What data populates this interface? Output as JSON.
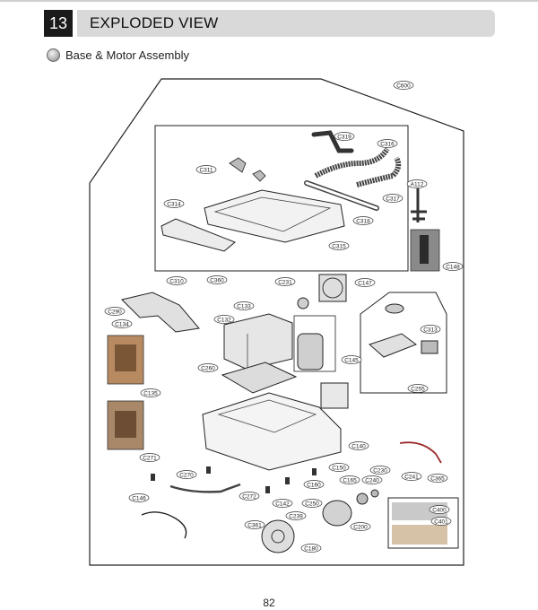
{
  "header": {
    "section_number": "13",
    "section_title": "EXPLODED VIEW"
  },
  "subheading": "Base & Motor Assembly",
  "page_number": "82",
  "part_labels": [
    "C600",
    "C319",
    "C316",
    "C311",
    "A112",
    "C317",
    "C314",
    "C318",
    "C315",
    "C148",
    "C310",
    "C360",
    "C231",
    "C147",
    "C290",
    "C133",
    "C132",
    "C134",
    "C313",
    "C145",
    "C260",
    "C255",
    "C135",
    "C140",
    "C271",
    "C150",
    "C230",
    "C241",
    "C365",
    "C270",
    "C165",
    "C240",
    "C146",
    "C272",
    "C142",
    "C160",
    "C250",
    "C400",
    "C239",
    "C200",
    "C401",
    "C361",
    "C180"
  ]
}
